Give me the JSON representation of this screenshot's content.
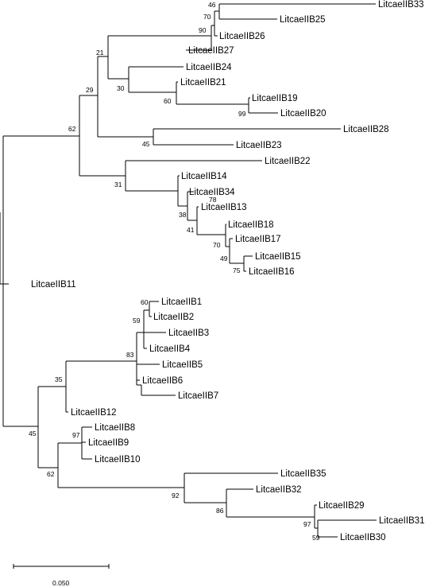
{
  "tree": {
    "leaves": [
      "LitcaeIIB33",
      "LitcaeIIB25",
      "LitcaeIIB26",
      "LitcaeIIB27",
      "LitcaeIIB24",
      "LitcaeIIB21",
      "LitcaeIIB19",
      "LitcaeIIB20",
      "LitcaeIIB28",
      "LitcaeIIB23",
      "LitcaeIIB22",
      "LitcaeIIB14",
      "LitcaeIIB34",
      "LitcaeIIB13",
      "LitcaeIIB18",
      "LitcaeIIB17",
      "LitcaeIIB15",
      "LitcaeIIB16",
      "LitcaeIIB11",
      "LitcaeIIB1",
      "LitcaeIIB2",
      "LitcaeIIB3",
      "LitcaeIIB4",
      "LitcaeIIB5",
      "LitcaeIIB6",
      "LitcaeIIB7",
      "LitcaeIIB12",
      "LitcaeIIB8",
      "LitcaeIIB9",
      "LitcaeIIB10",
      "LitcaeIIB35",
      "LitcaeIIB32",
      "LitcaeIIB29",
      "LitcaeIIB31",
      "LitcaeIIB30"
    ],
    "bootstrap": [
      "46",
      "70",
      "90",
      "21",
      "30",
      "60",
      "99",
      "29",
      "62",
      "45",
      "31",
      "78",
      "38",
      "41",
      "70",
      "49",
      "75",
      "60",
      "59",
      "83",
      "35",
      "45",
      "97",
      "62",
      "92",
      "86",
      "97",
      "59"
    ],
    "scale_bar_label": "0.050"
  }
}
